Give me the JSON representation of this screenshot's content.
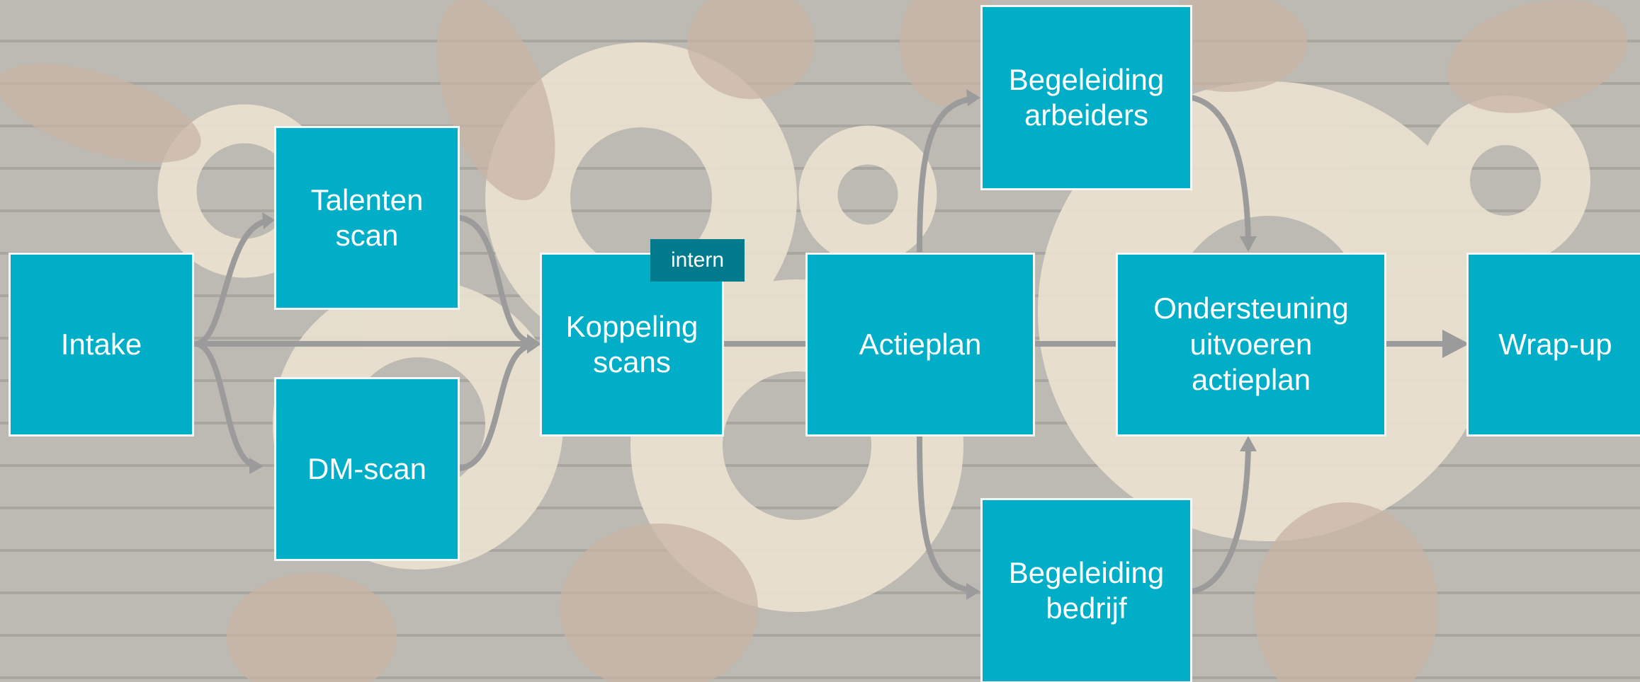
{
  "diagram": {
    "colors": {
      "box_fill": "#00aec8",
      "tag_fill": "#007a8c",
      "arrow": "#9b9b9b",
      "text": "#ffffff"
    },
    "background_image": "gears-and-hands-on-wooden-table",
    "nodes": {
      "intake": "Intake",
      "talenten_scan": "Talenten\nscan",
      "dm_scan": "DM-scan",
      "koppeling_scans": "Koppeling\nscans",
      "intern_tag": "intern",
      "actieplan": "Actieplan",
      "begeleiding_arbeiders": "Begeleiding\narbeiders",
      "begeleiding_bedrijf": "Begeleiding\nbedrijf",
      "ondersteuning": "Ondersteuning\nuitvoeren\nactieplan",
      "wrap_up": "Wrap-up"
    }
  }
}
